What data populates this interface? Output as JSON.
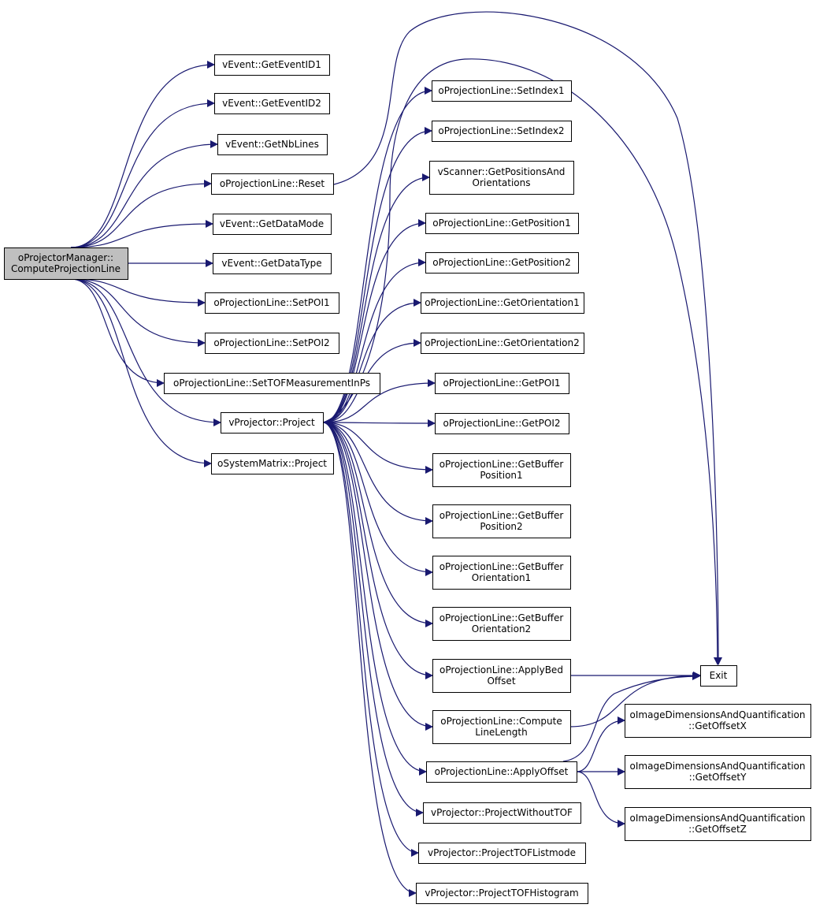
{
  "colors": {
    "edge": "#191970",
    "node_fill": "#ffffff",
    "root_fill": "#bfbfbf",
    "border": "#000000"
  },
  "nodes": [
    {
      "id": "root",
      "lines": [
        "oProjectorManager::",
        "ComputeProjectionLine"
      ],
      "is_root": true
    },
    {
      "id": "ev_id1",
      "lines": [
        "vEvent::GetEventID1"
      ]
    },
    {
      "id": "ev_id2",
      "lines": [
        "vEvent::GetEventID2"
      ]
    },
    {
      "id": "ev_nblines",
      "lines": [
        "vEvent::GetNbLines"
      ]
    },
    {
      "id": "pl_reset",
      "lines": [
        "oProjectionLine::Reset"
      ]
    },
    {
      "id": "ev_datamode",
      "lines": [
        "vEvent::GetDataMode"
      ]
    },
    {
      "id": "ev_datatype",
      "lines": [
        "vEvent::GetDataType"
      ]
    },
    {
      "id": "pl_setpoi1",
      "lines": [
        "oProjectionLine::SetPOI1"
      ]
    },
    {
      "id": "pl_setpoi2",
      "lines": [
        "oProjectionLine::SetPOI2"
      ]
    },
    {
      "id": "pl_settof",
      "lines": [
        "oProjectionLine::SetTOFMeasurementInPs"
      ]
    },
    {
      "id": "vp_project",
      "lines": [
        "vProjector::Project"
      ]
    },
    {
      "id": "sm_project",
      "lines": [
        "oSystemMatrix::Project"
      ]
    },
    {
      "id": "pl_setidx1",
      "lines": [
        "oProjectionLine::SetIndex1"
      ]
    },
    {
      "id": "pl_setidx2",
      "lines": [
        "oProjectionLine::SetIndex2"
      ]
    },
    {
      "id": "sc_getpos",
      "lines": [
        "vScanner::GetPositionsAnd",
        "Orientations"
      ]
    },
    {
      "id": "pl_getpos1",
      "lines": [
        "oProjectionLine::GetPosition1"
      ]
    },
    {
      "id": "pl_getpos2",
      "lines": [
        "oProjectionLine::GetPosition2"
      ]
    },
    {
      "id": "pl_getori1",
      "lines": [
        "oProjectionLine::GetOrientation1"
      ]
    },
    {
      "id": "pl_getori2",
      "lines": [
        "oProjectionLine::GetOrientation2"
      ]
    },
    {
      "id": "pl_getpoi1",
      "lines": [
        "oProjectionLine::GetPOI1"
      ]
    },
    {
      "id": "pl_getpoi2",
      "lines": [
        "oProjectionLine::GetPOI2"
      ]
    },
    {
      "id": "pl_bufpos1",
      "lines": [
        "oProjectionLine::GetBuffer",
        "Position1"
      ]
    },
    {
      "id": "pl_bufpos2",
      "lines": [
        "oProjectionLine::GetBuffer",
        "Position2"
      ]
    },
    {
      "id": "pl_bufori1",
      "lines": [
        "oProjectionLine::GetBuffer",
        "Orientation1"
      ]
    },
    {
      "id": "pl_bufori2",
      "lines": [
        "oProjectionLine::GetBuffer",
        "Orientation2"
      ]
    },
    {
      "id": "pl_bedoff",
      "lines": [
        "oProjectionLine::ApplyBed",
        "Offset"
      ]
    },
    {
      "id": "pl_complen",
      "lines": [
        "oProjectionLine::Compute",
        "LineLength"
      ]
    },
    {
      "id": "pl_applyoff",
      "lines": [
        "oProjectionLine::ApplyOffset"
      ]
    },
    {
      "id": "vp_notof",
      "lines": [
        "vProjector::ProjectWithoutTOF"
      ]
    },
    {
      "id": "vp_toflist",
      "lines": [
        "vProjector::ProjectTOFListmode"
      ]
    },
    {
      "id": "vp_tofhist",
      "lines": [
        "vProjector::ProjectTOFHistogram"
      ]
    },
    {
      "id": "exit",
      "lines": [
        "Exit"
      ]
    },
    {
      "id": "idq_x",
      "lines": [
        "oImageDimensionsAndQuantification",
        "::GetOffsetX"
      ]
    },
    {
      "id": "idq_y",
      "lines": [
        "oImageDimensionsAndQuantification",
        "::GetOffsetY"
      ]
    },
    {
      "id": "idq_z",
      "lines": [
        "oImageDimensionsAndQuantification",
        "::GetOffsetZ"
      ]
    }
  ],
  "edges": [
    [
      "root",
      "ev_id1"
    ],
    [
      "root",
      "ev_id2"
    ],
    [
      "root",
      "ev_nblines"
    ],
    [
      "root",
      "pl_reset"
    ],
    [
      "root",
      "ev_datamode"
    ],
    [
      "root",
      "ev_datatype"
    ],
    [
      "root",
      "pl_setpoi1"
    ],
    [
      "root",
      "pl_setpoi2"
    ],
    [
      "root",
      "pl_settof"
    ],
    [
      "root",
      "vp_project"
    ],
    [
      "root",
      "sm_project"
    ],
    [
      "pl_reset",
      "exit"
    ],
    [
      "vp_project",
      "pl_setidx1"
    ],
    [
      "vp_project",
      "pl_setidx2"
    ],
    [
      "vp_project",
      "sc_getpos"
    ],
    [
      "vp_project",
      "pl_getpos1"
    ],
    [
      "vp_project",
      "pl_getpos2"
    ],
    [
      "vp_project",
      "pl_getori1"
    ],
    [
      "vp_project",
      "pl_getori2"
    ],
    [
      "vp_project",
      "pl_getpoi1"
    ],
    [
      "vp_project",
      "pl_getpoi2"
    ],
    [
      "vp_project",
      "pl_bufpos1"
    ],
    [
      "vp_project",
      "pl_bufpos2"
    ],
    [
      "vp_project",
      "pl_bufori1"
    ],
    [
      "vp_project",
      "pl_bufori2"
    ],
    [
      "vp_project",
      "pl_bedoff"
    ],
    [
      "vp_project",
      "pl_complen"
    ],
    [
      "vp_project",
      "pl_applyoff"
    ],
    [
      "vp_project",
      "vp_notof"
    ],
    [
      "vp_project",
      "vp_toflist"
    ],
    [
      "vp_project",
      "vp_tofhist"
    ],
    [
      "vp_project",
      "exit"
    ],
    [
      "pl_bedoff",
      "exit"
    ],
    [
      "pl_complen",
      "exit"
    ],
    [
      "pl_applyoff",
      "exit"
    ],
    [
      "pl_applyoff",
      "idq_x"
    ],
    [
      "pl_applyoff",
      "idq_y"
    ],
    [
      "pl_applyoff",
      "idq_z"
    ]
  ]
}
